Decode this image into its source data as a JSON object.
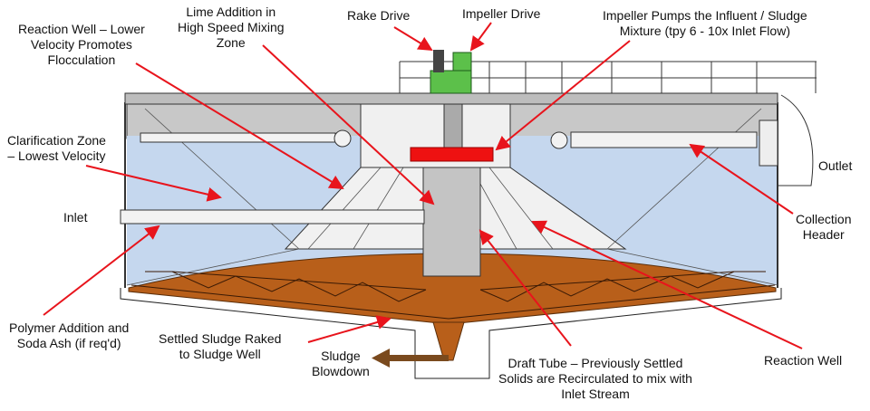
{
  "labels": {
    "reaction_well_lower": [
      "Reaction Well – Lower",
      "Velocity Promotes",
      "Flocculation"
    ],
    "lime_addition": [
      "Lime Addition in",
      "High Speed Mixing",
      "Zone"
    ],
    "rake_drive": "Rake Drive",
    "impeller_drive": "Impeller Drive",
    "impeller_pumps": [
      "Impeller Pumps the Influent / Sludge",
      "Mixture (tpy 6 - 10x Inlet Flow)"
    ],
    "clarification_zone": [
      "Clarification Zone",
      "– Lowest Velocity"
    ],
    "outlet": "Outlet",
    "inlet": "Inlet",
    "collection_header": [
      "Collection",
      "Header"
    ],
    "polymer_addition": [
      "Polymer Addition and",
      "Soda Ash (if req'd)"
    ],
    "settled_sludge": [
      "Settled Sludge Raked",
      "to Sludge Well"
    ],
    "sludge_blowdown": [
      "Sludge",
      "Blowdown"
    ],
    "draft_tube": [
      "Draft Tube – Previously Settled",
      "Solids are Recirculated to mix with",
      "Inlet Stream"
    ],
    "reaction_well": "Reaction Well"
  },
  "colors": {
    "arrow": "#e8141c",
    "water": "#c5d7ee",
    "sludge": "#b85f1a",
    "impeller": "#ee1111",
    "drive": "#5cc04a",
    "blowdown_arrow": "#7a4a1e"
  }
}
